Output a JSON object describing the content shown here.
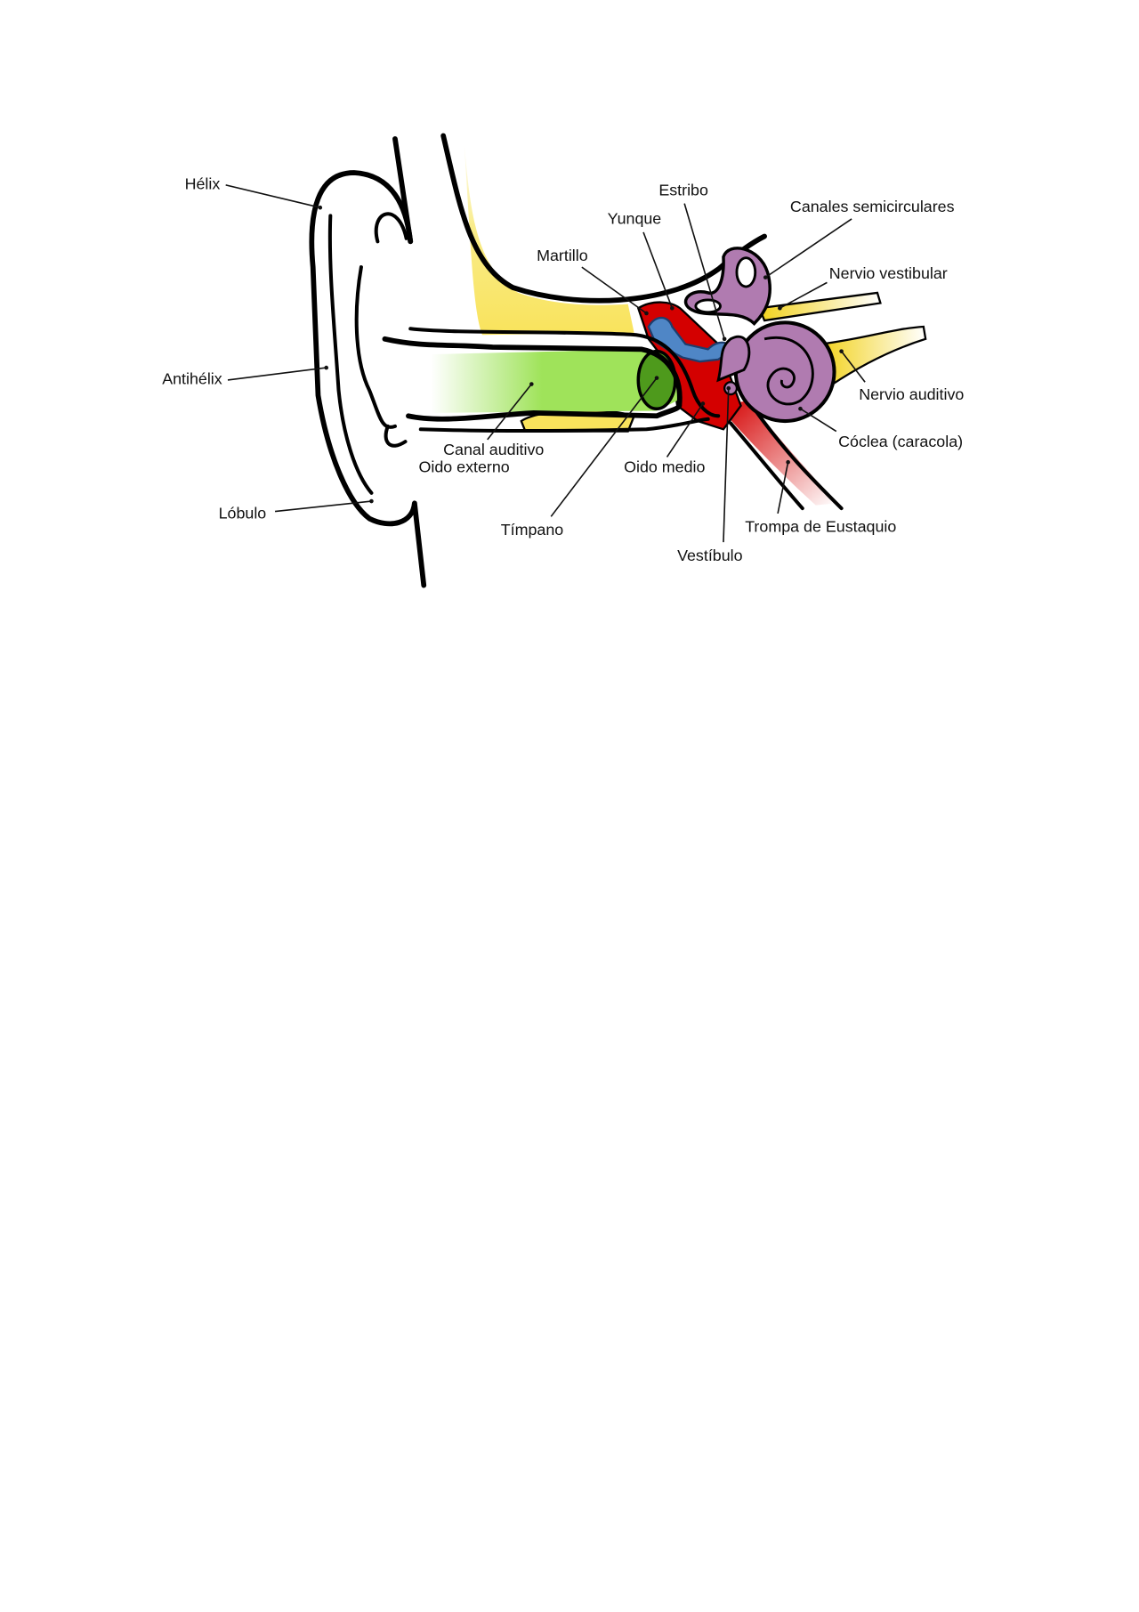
{
  "diagram": {
    "colors": {
      "bone": "#f9e35c",
      "canal": "#9fe35a",
      "eardrum": "#4e9a1c",
      "middle_ear": "#d40000",
      "ossicles": "#4f86c6",
      "inner_ear": "#b07bb0",
      "eustachian": "#e07878"
    },
    "labels": {
      "helix": "Hélix",
      "antihelix": "Antihélix",
      "lobule": "Lóbulo",
      "canal": "Canal auditivo",
      "outer_ear": "Oido externo",
      "eardrum": "Tímpano",
      "middle_ear": "Oido medio",
      "vestibule": "Vestíbulo",
      "eustachian": "Trompa de Eustaquio",
      "cochlea": "Cóclea (caracola)",
      "auditory_nerve": "Nervio auditivo",
      "vestibular_nerve": "Nervio vestibular",
      "semicircular": "Canales semicirculares",
      "stapes": "Estribo",
      "incus": "Yunque",
      "malleus": "Martillo"
    }
  }
}
